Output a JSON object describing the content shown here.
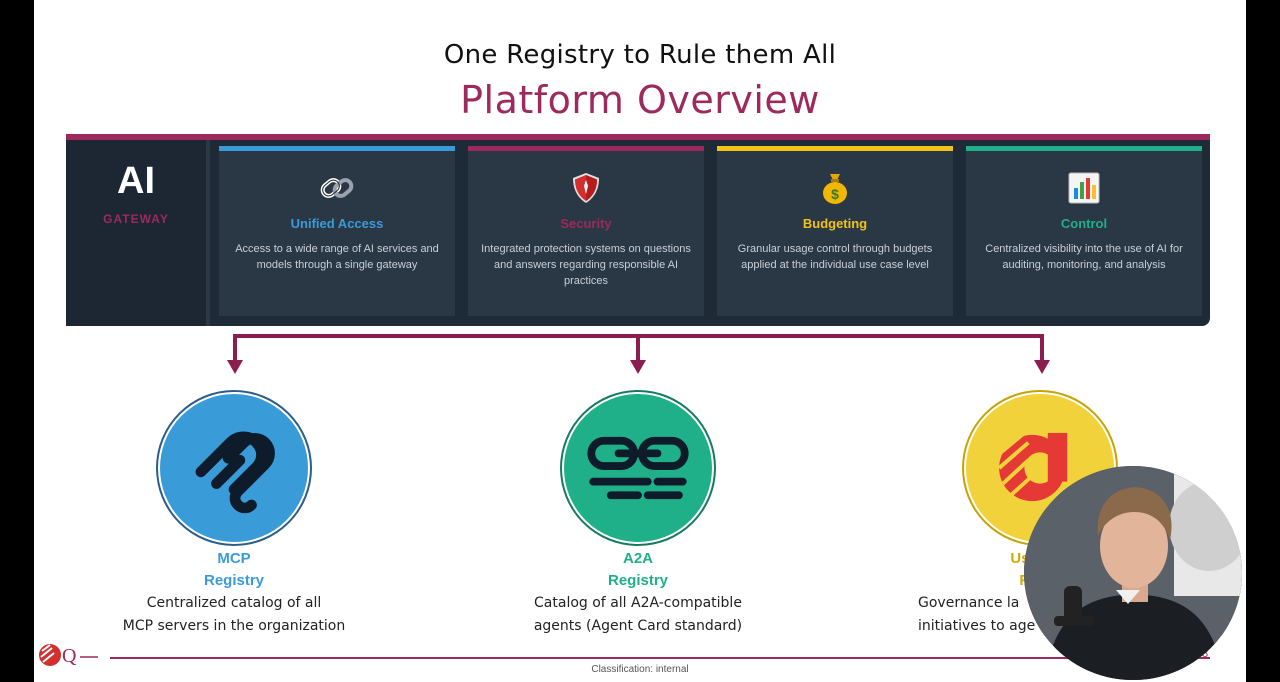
{
  "header": {
    "supertitle": "One Registry to Rule them All",
    "title": "Platform Overview"
  },
  "gateway": {
    "label": "AI",
    "sublabel": "GATEWAY",
    "cards": [
      {
        "title": "Unified Access",
        "desc": "Access to a wide range of AI services and models through a single gateway",
        "accent": "#3a9bd9",
        "icon": "chain-link-icon"
      },
      {
        "title": "Security",
        "desc": "Integrated protection systems on questions and answers regarding responsible AI practices",
        "accent": "#9c2a5c",
        "icon": "shield-icon"
      },
      {
        "title": "Budgeting",
        "desc": "Granular usage control through budgets applied at the individual use case level",
        "accent": "#f2c318",
        "icon": "money-bag-icon"
      },
      {
        "title": "Control",
        "desc": "Centralized visibility into the use of AI for auditing, monitoring, and analysis",
        "accent": "#1fb08a",
        "icon": "bar-chart-icon"
      }
    ]
  },
  "registries": [
    {
      "title1": "MCP",
      "title2": "Registry",
      "desc1": "Centralized catalog of all",
      "desc2": "MCP servers in the organization",
      "color": "#3a9bd9",
      "icon": "mcp-icon"
    },
    {
      "title1": "A2A",
      "title2": "Registry",
      "desc1": "Catalog of all A2A-compatible",
      "desc2": "agents (Agent Card standard)",
      "color": "#1fb08a",
      "icon": "a2a-icon"
    },
    {
      "title1": "Us",
      "title2": "Re",
      "desc1": "Governance la",
      "desc2": "initiatives to age",
      "color": "#f2c318",
      "icon": "use-case-icon"
    }
  ],
  "footer": {
    "classification": "Classification: internal",
    "page": "8"
  },
  "colors": {
    "brand": "#9c2a5c",
    "panel": "#1e2a36"
  }
}
